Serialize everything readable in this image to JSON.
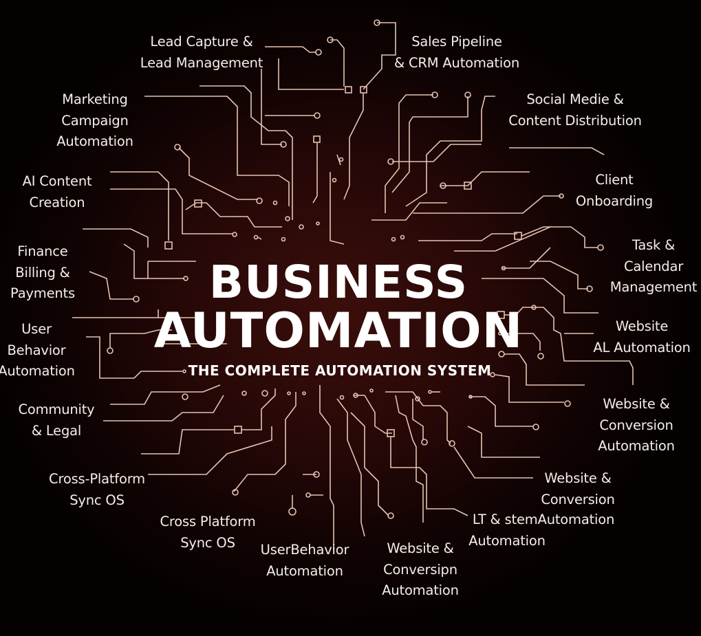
{
  "title": {
    "line1": "BUSINESS",
    "line2": "AUTOMATION",
    "subtitle": "THE COMPLETE AUTOMATION SYSTEM"
  },
  "colors": {
    "trace": "#e6c3b3",
    "background_center": "#3b0e0b",
    "background_edge": "#050101",
    "text": "#ffffff"
  },
  "labels": [
    {
      "lines": [
        "Lead Capture &",
        "Lead Management"
      ]
    },
    {
      "lines": [
        "Sales Pipeline",
        "& CRM Automation"
      ]
    },
    {
      "lines": [
        "Marketing",
        "Campaign",
        "Automation"
      ]
    },
    {
      "lines": [
        "Social Medie &",
        "Content Distribution"
      ]
    },
    {
      "lines": [
        "AI Content",
        "Creation"
      ]
    },
    {
      "lines": [
        "Client",
        "Onboarding"
      ]
    },
    {
      "lines": [
        "Finance",
        "Billing &",
        "Payments"
      ]
    },
    {
      "lines": [
        "Task &",
        "Calendar",
        "Management"
      ]
    },
    {
      "lines": [
        "User",
        "Behavior",
        "Automation"
      ]
    },
    {
      "lines": [
        "Website",
        "AL Automation"
      ]
    },
    {
      "lines": [
        "Community",
        "& Legal"
      ]
    },
    {
      "lines": [
        "Website &",
        "Conversion",
        "Automation"
      ]
    },
    {
      "lines": [
        "Cross-Platform",
        "Sync OS"
      ]
    },
    {
      "lines": [
        "Website &",
        "Conversion"
      ]
    },
    {
      "lines": [
        "LT & stemAutomation"
      ]
    },
    {
      "lines": [
        "Automation"
      ]
    },
    {
      "lines": [
        "Cross Platform",
        "Sync OS"
      ]
    },
    {
      "lines": [
        "UserBehavior",
        "Automation"
      ]
    },
    {
      "lines": [
        "Website &",
        "Conversipn",
        "Automation"
      ]
    }
  ]
}
